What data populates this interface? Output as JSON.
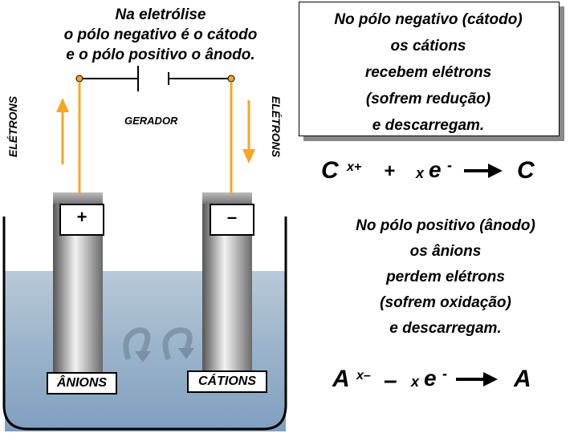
{
  "title": "Na eletrólise\no pólo negativo é o cátodo\ne o pólo positivo o ânodo.",
  "generator_label": "GERADOR",
  "electrons_left": "ELÉTRONS",
  "electrons_right": "ELÉTRONS",
  "electrode_positive_sign": "+",
  "electrode_negative_sign": "–",
  "anions_label": "ÂNIONS",
  "cations_label": "CÁTIONS",
  "cathode_box_text": "No pólo negativo (cátodo)\nos cátions\nrecebem elétrons\n(sofrem redução)\ne descarregam.",
  "anode_text": "No pólo positivo  (ânodo)\nos ânions\nperdem elétrons\n(sofrem oxidação)\ne descarregam.",
  "equation_cathode": {
    "ion": "C",
    "charge": "x+",
    "plus": "+",
    "coef": "x",
    "electron": "e",
    "electron_sign": "-",
    "product": "C"
  },
  "equation_anode": {
    "ion": "A",
    "charge": "x–",
    "minus": "–",
    "coef": "x",
    "electron": "e",
    "electron_sign": "-",
    "product": "A"
  },
  "colors": {
    "wire": "#f5a623",
    "solution": "#8aa9c6",
    "electrode_dark": "#6b6b6b",
    "electrode_light": "#eaeaea"
  }
}
